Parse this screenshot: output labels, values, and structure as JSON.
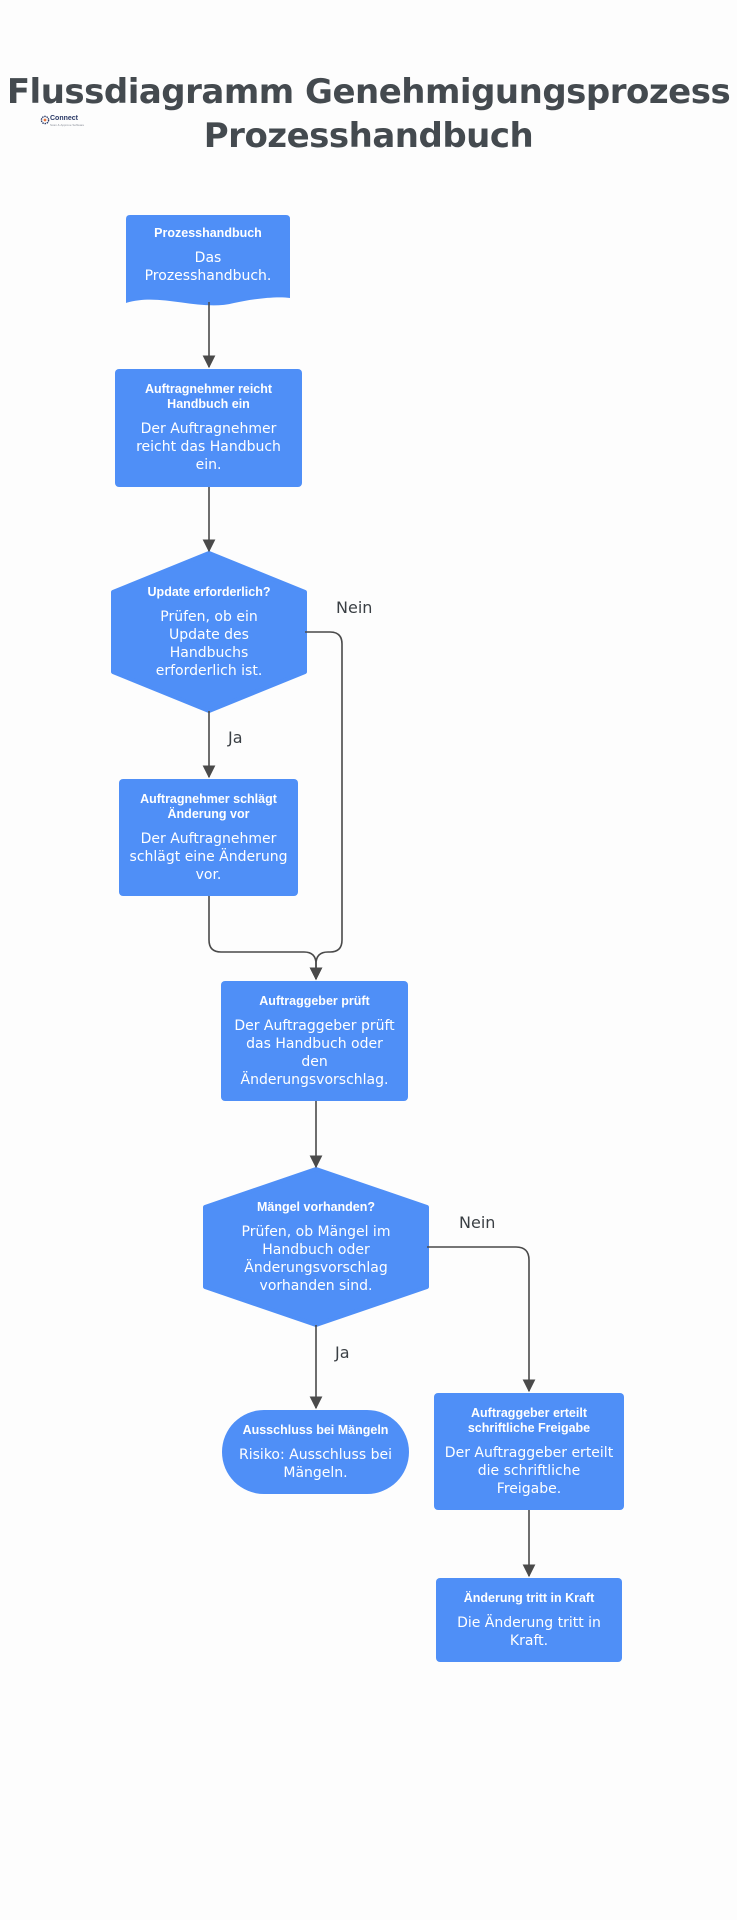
{
  "title": {
    "line1": "Flussdiagramm Genehmigungsprozess",
    "line2": "Prozesshandbuch"
  },
  "logo": {
    "text": "Connect",
    "subtext": "Scan & Approve Software",
    "icon": "gear-logo-icon"
  },
  "colors": {
    "node_fill": "#4f8ff7",
    "edge": "#4a4a4a",
    "title": "#444a4f"
  },
  "nodes": [
    {
      "id": "n1",
      "shape": "document",
      "title": "Prozesshandbuch",
      "description": "Das Prozesshandbuch."
    },
    {
      "id": "n2",
      "shape": "rect",
      "title": "Auftragnehmer reicht Handbuch ein",
      "description": "Der Auftragnehmer reicht das Handbuch ein."
    },
    {
      "id": "n3",
      "shape": "hexagon",
      "title": "Update erforderlich?",
      "description": "Prüfen, ob ein Update des Handbuchs erforderlich ist."
    },
    {
      "id": "n4",
      "shape": "rect",
      "title": "Auftragnehmer schlägt Änderung vor",
      "description": "Der Auftragnehmer schlägt eine Änderung vor."
    },
    {
      "id": "n5",
      "shape": "rect",
      "title": "Auftraggeber prüft",
      "description": "Der Auftraggeber prüft das Handbuch oder den Änderungsvorschlag."
    },
    {
      "id": "n6",
      "shape": "hexagon",
      "title": "Mängel vorhanden?",
      "description": "Prüfen, ob Mängel im Handbuch oder Änderungsvorschlag vorhanden sind."
    },
    {
      "id": "n7",
      "shape": "stadium",
      "title": "Ausschluss bei Mängeln",
      "description": "Risiko: Ausschluss bei Mängeln."
    },
    {
      "id": "n8",
      "shape": "rect",
      "title": "Auftraggeber erteilt schriftliche Freigabe",
      "description": "Der Auftraggeber erteilt die schriftliche Freigabe."
    },
    {
      "id": "n9",
      "shape": "rect",
      "title": "Änderung tritt in Kraft",
      "description": "Die Änderung tritt in Kraft."
    }
  ],
  "edges": [
    {
      "from": "n1",
      "to": "n2",
      "label": ""
    },
    {
      "from": "n2",
      "to": "n3",
      "label": ""
    },
    {
      "from": "n3",
      "to": "n4",
      "label": "Ja"
    },
    {
      "from": "n3",
      "to": "n5",
      "label": "Nein"
    },
    {
      "from": "n4",
      "to": "n5",
      "label": ""
    },
    {
      "from": "n5",
      "to": "n6",
      "label": ""
    },
    {
      "from": "n6",
      "to": "n7",
      "label": "Ja"
    },
    {
      "from": "n6",
      "to": "n8",
      "label": "Nein"
    },
    {
      "from": "n8",
      "to": "n9",
      "label": ""
    }
  ]
}
